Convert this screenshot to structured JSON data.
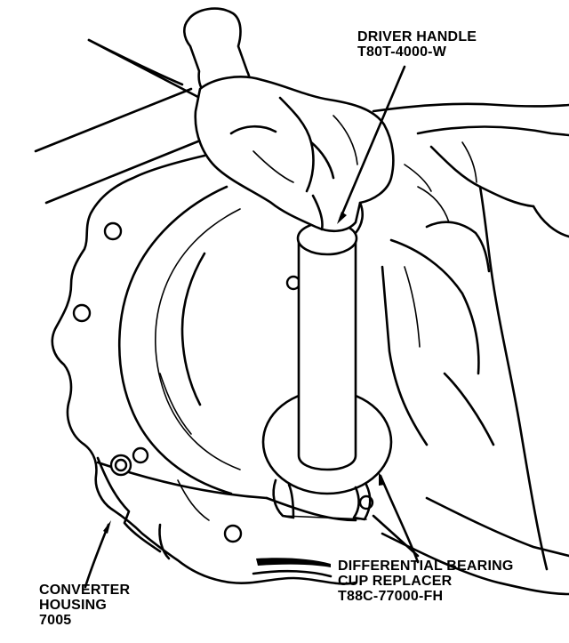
{
  "labels": {
    "driver_handle": {
      "line1": "DRIVER HANDLE",
      "line2": "T80T-4000-W"
    },
    "cup_replacer": {
      "line1": "DIFFERENTIAL BEARING",
      "line2": "CUP REPLACER",
      "line3": "T88C-77000-FH"
    },
    "converter_housing": {
      "line1": "CONVERTER",
      "line2": "HOUSING",
      "line3": "7005"
    }
  }
}
